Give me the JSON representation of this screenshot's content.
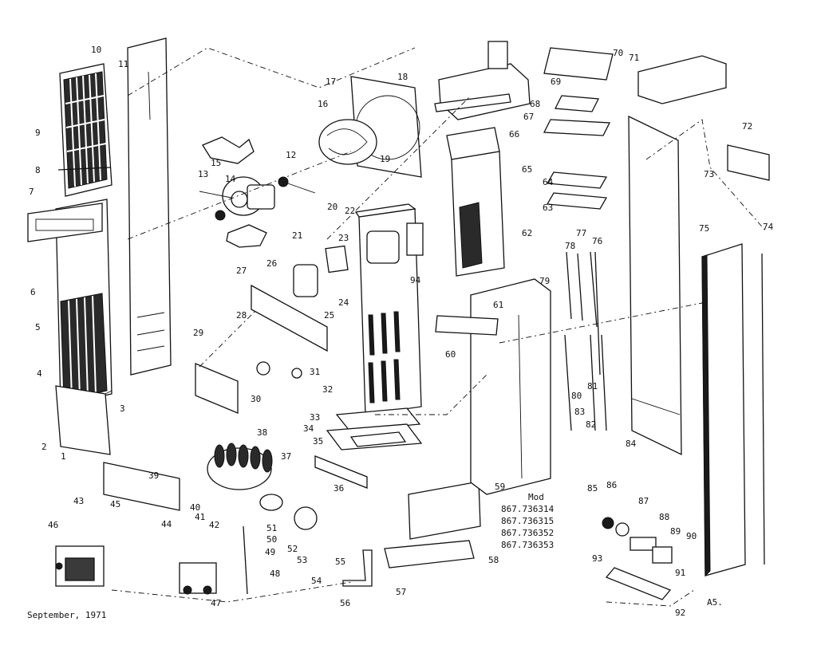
{
  "footer": {
    "date": "September, 1971",
    "page_code": "A5."
  },
  "models": {
    "heading": "Mod",
    "numbers": [
      "867.736314",
      "867.736315",
      "867.736352",
      "867.736353"
    ]
  },
  "callouts": [
    "1",
    "2",
    "3",
    "4",
    "5",
    "6",
    "7",
    "8",
    "9",
    "10",
    "11",
    "12",
    "13",
    "14",
    "15",
    "16",
    "17",
    "18",
    "19",
    "20",
    "21",
    "22",
    "23",
    "24",
    "25",
    "26",
    "27",
    "28",
    "29",
    "30",
    "31",
    "32",
    "33",
    "34",
    "35",
    "36",
    "37",
    "38",
    "39",
    "40",
    "41",
    "42",
    "43",
    "44",
    "45",
    "46",
    "47",
    "48",
    "49",
    "50",
    "51",
    "52",
    "53",
    "54",
    "55",
    "56",
    "57",
    "58",
    "59",
    "60",
    "61",
    "62",
    "63",
    "64",
    "65",
    "66",
    "67",
    "68",
    "69",
    "70",
    "71",
    "72",
    "73",
    "74",
    "75",
    "76",
    "77",
    "78",
    "79",
    "80",
    "81",
    "82",
    "83",
    "84",
    "85",
    "86",
    "87",
    "88",
    "89",
    "90",
    "91",
    "92",
    "93",
    "94"
  ]
}
